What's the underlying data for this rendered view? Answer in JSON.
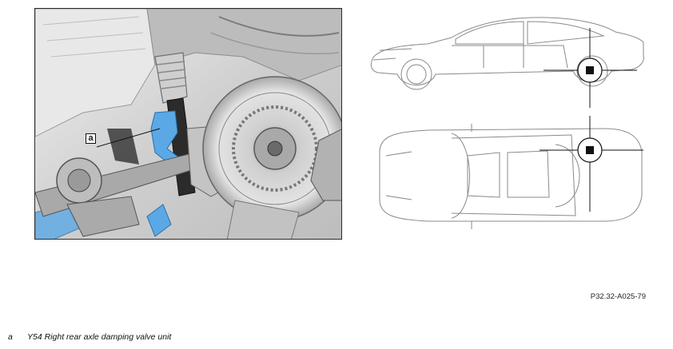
{
  "photo": {
    "callout_letter": "a"
  },
  "figure_code": "P32.32-A025-79",
  "legend": [
    {
      "key": "a",
      "text": "Y54 Right rear axle damping valve unit"
    }
  ],
  "colors": {
    "highlight_blue": "#5aa9e6",
    "line_art": "#8a8a8a",
    "marker": "#111111"
  }
}
